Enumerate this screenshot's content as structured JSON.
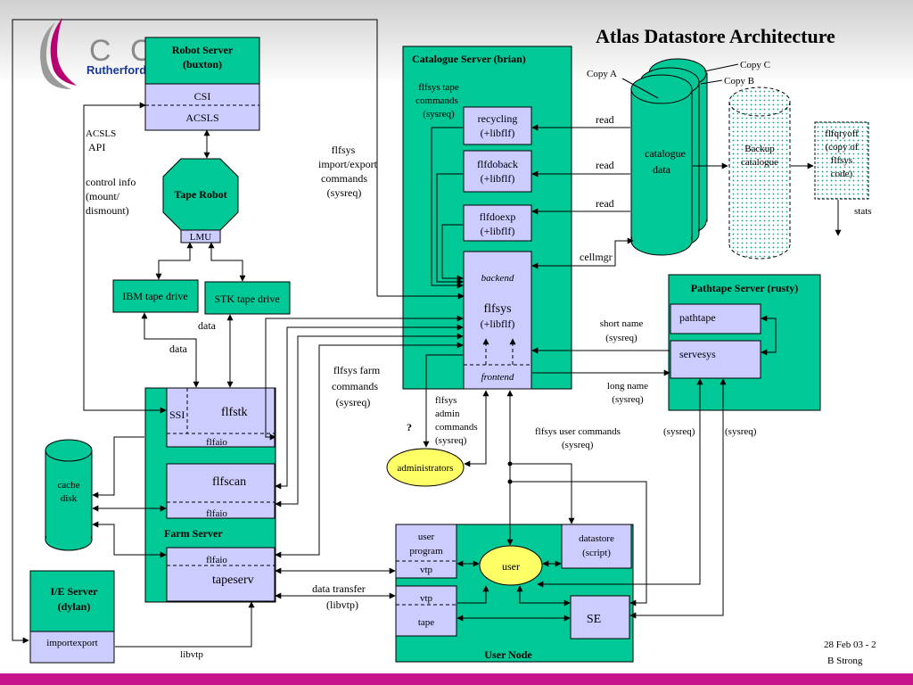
{
  "title": "Atlas Datastore Architecture",
  "logo": {
    "letters": "C C",
    "name": "Rutherford"
  },
  "footer": {
    "date": "28 Feb 03 - 2",
    "author": "B Strong"
  },
  "robot_server": {
    "title1": "Robot Server",
    "title2": "(buxton)",
    "csi": "CSI",
    "acsls": "ACSLS"
  },
  "tape_robot": {
    "label": "Tape Robot",
    "lmu": "LMU"
  },
  "drives": {
    "ibm": "IBM tape drive",
    "stk": "STK tape drive"
  },
  "catalogue_server": {
    "title": "Catalogue Server (brian)",
    "recycling": [
      "recycling",
      "(+libflf)"
    ],
    "flfdoback": [
      "flfdoback",
      "(+libflf)"
    ],
    "flfdoexp": [
      "flfdoexp",
      "(+libflf)"
    ],
    "backend": "backend",
    "flfsys": [
      "flfsys",
      "(+libflf)"
    ],
    "frontend": "frontend"
  },
  "catalogue_data": {
    "label": [
      "catalogue",
      "data"
    ],
    "copy_a": "Copy A",
    "copy_b": "Copy B",
    "copy_c": "Copy C"
  },
  "backup": {
    "label": [
      "Backup",
      "catalogue"
    ]
  },
  "flfqryoff": {
    "lines": [
      "flfqryoff",
      "(copy of",
      "flfsys",
      "code)"
    ],
    "stats": "stats"
  },
  "pathtape_server": {
    "title": "Pathtape Server (rusty)",
    "pathtape": "pathtape",
    "servesys": "servesys"
  },
  "farm_server": {
    "title": "Farm Server",
    "ssi": "SSI",
    "flfstk": "flfstk",
    "flfaio": "flfaio",
    "flfscan": "flfscan",
    "tapeserv": "tapeserv"
  },
  "cache_disk": {
    "label": [
      "cache",
      "disk"
    ]
  },
  "ie_server": {
    "title1": "I/E Server",
    "title2": "(dylan)",
    "importexport": "importexport"
  },
  "user_node": {
    "title": "User Node",
    "user_program": [
      "user",
      "program"
    ],
    "vtp": "vtp",
    "tape": "tape",
    "user": "user",
    "datastore": [
      "datastore",
      "(script)"
    ],
    "se": "SE"
  },
  "administrators": "administrators",
  "annotations": {
    "acsls_api": [
      "ACSLS",
      "API"
    ],
    "control_info": [
      "control info",
      "(mount/",
      "dismount)"
    ],
    "flfsys_import": [
      "flfsys",
      "import/export",
      "commands",
      "(sysreq)"
    ],
    "flfsys_tape": [
      "flfsys tape",
      "commands",
      "(sysreq)"
    ],
    "read": "read",
    "cellmgr": "cellmgr",
    "data": "data",
    "flfsys_farm": [
      "flfsys farm",
      "commands",
      "(sysreq)"
    ],
    "short_name": [
      "short name",
      "(sysreq)"
    ],
    "long_name": [
      "long name",
      "(sysreq)"
    ],
    "flfsys_admin": [
      "flfsys",
      "admin",
      "commands",
      "(sysreq)"
    ],
    "question": "?",
    "flfsys_user": [
      "flfsys user commands",
      "(sysreq)"
    ],
    "sysreq": "(sysreq)",
    "data_transfer": [
      "data transfer",
      "(libvtp)"
    ],
    "libvtp": "libvtp"
  }
}
